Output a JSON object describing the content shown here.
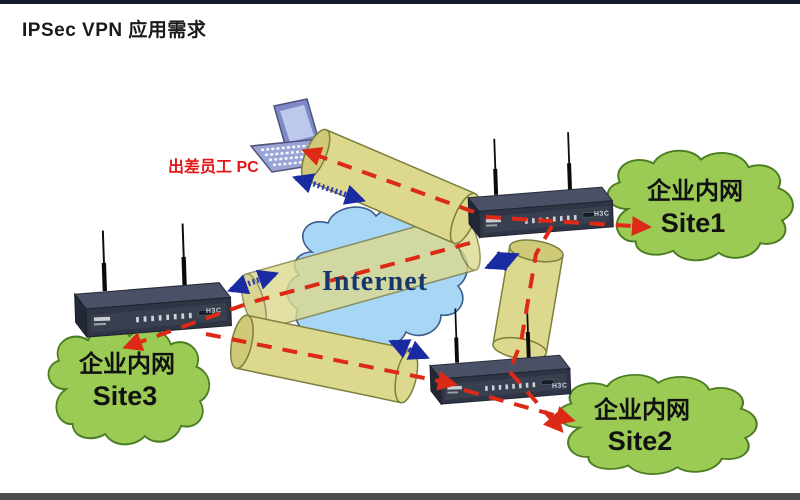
{
  "page": {
    "title": "IPSec VPN 应用需求"
  },
  "labels": {
    "pc": "出差员工 PC",
    "internet": "Internet",
    "router_brand": "H3C"
  },
  "sites": [
    {
      "line1": "企业内网",
      "line2": "Site1"
    },
    {
      "line1": "企业内网",
      "line2": "Site2"
    },
    {
      "line1": "企业内网",
      "line2": "Site3"
    }
  ],
  "colors": {
    "tunnel_yellow": "#dcd98e",
    "tunnel_outline": "#7d7d3d",
    "vpn_dash_red": "#dc2a17",
    "link_blue": "#2a3cb8",
    "internet_cloud_fill": "#a8d7f6",
    "internet_cloud_outline": "#3b5a8c",
    "site_cloud_fill": "#9bcb55",
    "site_cloud_outline": "#4a7d22",
    "router_body": "#2f3545",
    "title_color": "#1a1a1a",
    "pc_label_color": "#e31515"
  }
}
